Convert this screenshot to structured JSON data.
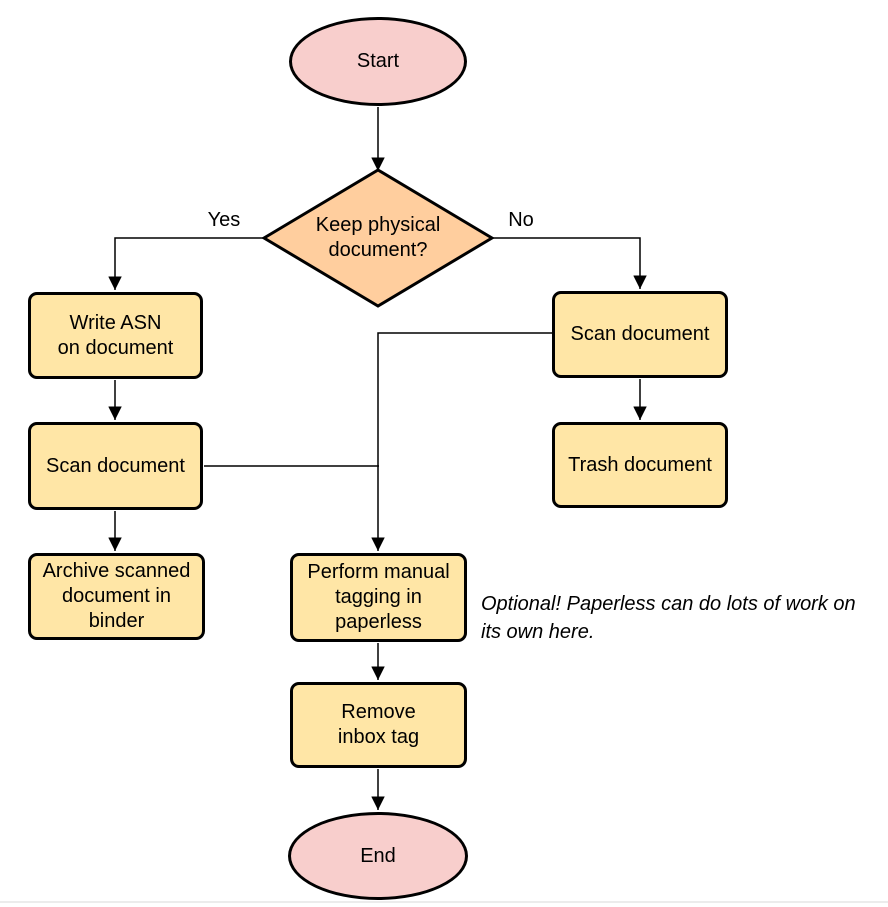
{
  "colors": {
    "terminator_fill": "#F8CECC",
    "decision_fill": "#FFCE9E",
    "process_fill": "#FFE6A6",
    "stroke": "#000000",
    "text_color": "#000000",
    "divider": "#ECECEC"
  },
  "diagram": {
    "nodes": {
      "start": {
        "type": "terminator",
        "label": "Start"
      },
      "decision": {
        "type": "decision",
        "label": "Keep physical\ndocument?"
      },
      "write_asn": {
        "type": "process",
        "label": "Write ASN\non document"
      },
      "scan_left": {
        "type": "process",
        "label": "Scan document"
      },
      "archive": {
        "type": "process",
        "label": "Archive scanned\ndocument in\nbinder"
      },
      "scan_right": {
        "type": "process",
        "label": "Scan document"
      },
      "trash": {
        "type": "process",
        "label": "Trash document"
      },
      "tagging": {
        "type": "process",
        "label": "Perform manual\ntagging in\npaperless"
      },
      "remove_inbox": {
        "type": "process",
        "label": "Remove\ninbox tag"
      },
      "end": {
        "type": "terminator",
        "label": "End"
      }
    },
    "edges": [
      {
        "from": "start",
        "to": "decision",
        "label": ""
      },
      {
        "from": "decision",
        "to": "write_asn",
        "label": "Yes"
      },
      {
        "from": "decision",
        "to": "scan_right",
        "label": "No"
      },
      {
        "from": "write_asn",
        "to": "scan_left",
        "label": ""
      },
      {
        "from": "scan_left",
        "to": "archive",
        "label": ""
      },
      {
        "from": "scan_right",
        "to": "trash",
        "label": ""
      },
      {
        "from": "scan_right",
        "to": "tagging",
        "label": ""
      },
      {
        "from": "scan_left",
        "to": "tagging",
        "label": ""
      },
      {
        "from": "tagging",
        "to": "remove_inbox",
        "label": ""
      },
      {
        "from": "remove_inbox",
        "to": "end",
        "label": ""
      }
    ],
    "annotation": "Optional! Paperless can do lots of work on\nits own here."
  }
}
